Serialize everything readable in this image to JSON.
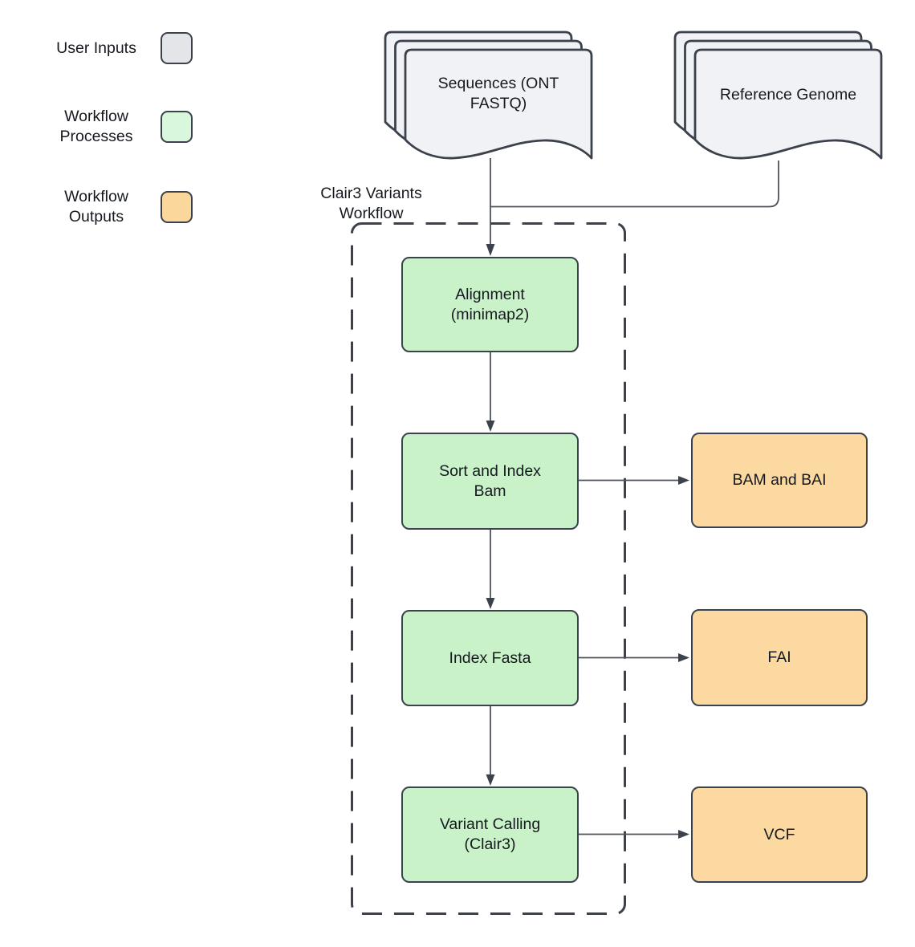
{
  "legend": {
    "items": [
      {
        "label": "User Inputs"
      },
      {
        "label": "Workflow\nProcesses"
      },
      {
        "label": "Workflow\nOutputs"
      }
    ]
  },
  "inputs": {
    "sequences": "Sequences (ONT\nFASTQ)",
    "reference": "Reference Genome"
  },
  "workflow": {
    "title": "Clair3 Variants\nWorkflow",
    "processes": {
      "alignment": "Alignment\n(minimap2)",
      "sort_index_bam": "Sort and Index\nBam",
      "index_fasta": "Index Fasta",
      "variant_calling": "Variant Calling\n(Clair3)"
    }
  },
  "outputs": {
    "bam_bai": "BAM and BAI",
    "fai": "FAI",
    "vcf": "VCF"
  },
  "colors": {
    "text": "#16191f",
    "stroke": "#3b424c",
    "line": "#4d525c",
    "document-fill": "#f1f2f5",
    "process-fill": "#c9f2c9",
    "output-fill": "#fbd9a0",
    "input-swatch": "#e3e5e9",
    "process-swatch": "#d9f7dc",
    "output-swatch": "#fbd79c"
  }
}
